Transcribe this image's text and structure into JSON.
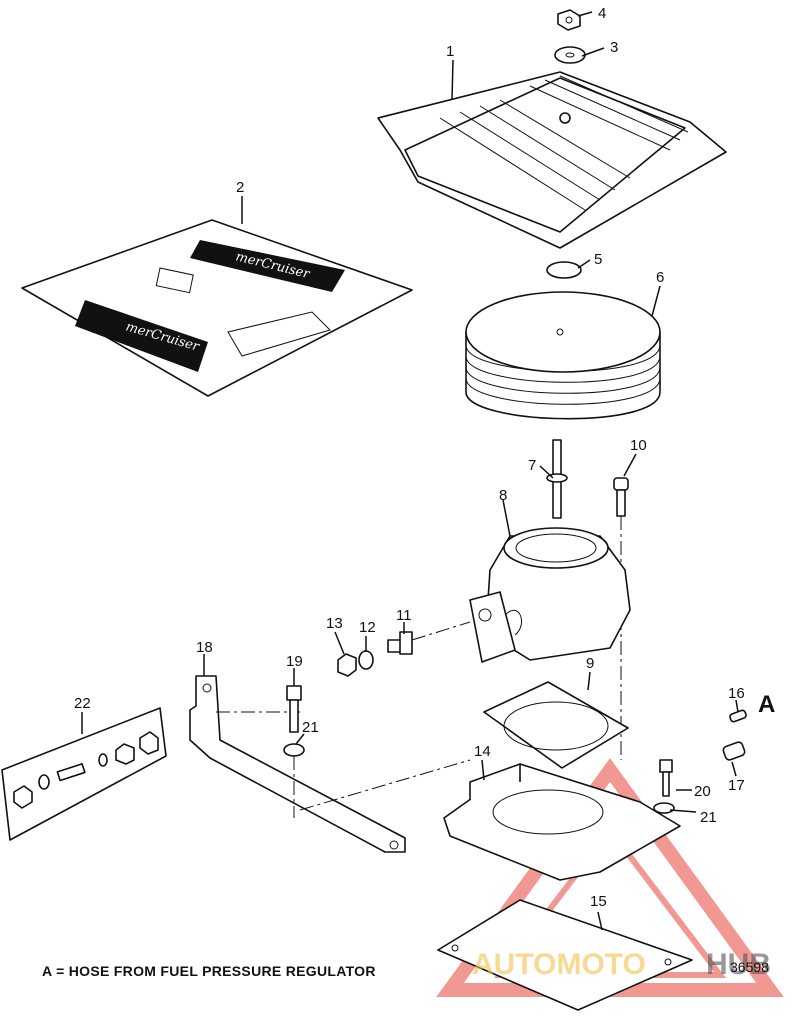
{
  "callouts": [
    {
      "id": "c1",
      "label": "1"
    },
    {
      "id": "c2",
      "label": "2"
    },
    {
      "id": "c3",
      "label": "3"
    },
    {
      "id": "c4",
      "label": "4"
    },
    {
      "id": "c5",
      "label": "5"
    },
    {
      "id": "c6",
      "label": "6"
    },
    {
      "id": "c7",
      "label": "7"
    },
    {
      "id": "c8",
      "label": "8"
    },
    {
      "id": "c9",
      "label": "9"
    },
    {
      "id": "c10",
      "label": "10"
    },
    {
      "id": "c11",
      "label": "11"
    },
    {
      "id": "c12",
      "label": "12"
    },
    {
      "id": "c13",
      "label": "13"
    },
    {
      "id": "c14",
      "label": "14"
    },
    {
      "id": "c15",
      "label": "15"
    },
    {
      "id": "c16",
      "label": "16"
    },
    {
      "id": "c17",
      "label": "17"
    },
    {
      "id": "c18",
      "label": "18"
    },
    {
      "id": "c19",
      "label": "19"
    },
    {
      "id": "c20",
      "label": "20"
    },
    {
      "id": "c21a",
      "label": "21"
    },
    {
      "id": "c21b",
      "label": "21"
    },
    {
      "id": "c22",
      "label": "22"
    }
  ],
  "detail_marker": "A",
  "legend": "A = HOSE FROM FUEL PRESSURE REGULATOR",
  "drawing_number": "36598",
  "decal_brand": "merCruiser",
  "watermark": {
    "text_left": "AUTOMOTO",
    "text_right": "HUB",
    "color_primary": "#e8443a",
    "color_secondary": "#f2c14e",
    "color_dark": "#555555"
  }
}
